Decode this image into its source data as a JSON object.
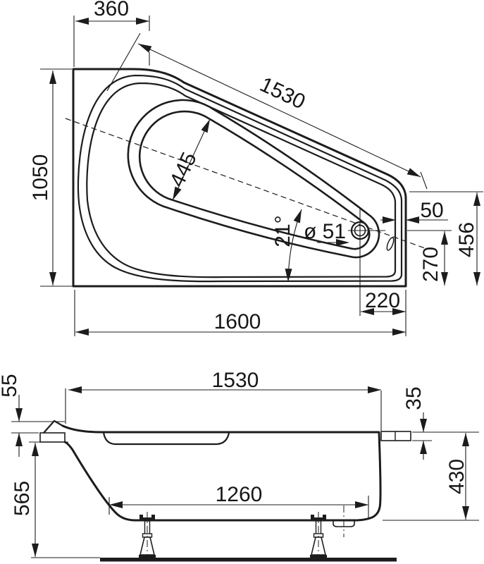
{
  "drawing": {
    "kind": "corner bathtub technical drawing",
    "views": [
      "plan",
      "front"
    ],
    "line_color": "#1c1c1c",
    "background": "#ffffff"
  },
  "plan": {
    "dims": {
      "top_width": "360",
      "diagonal_length": "1530",
      "left_height": "1050",
      "basin_width": "445",
      "drain_diameter": "ø 51",
      "axis_angle": "21°",
      "rim_width_right": "50",
      "right_edge_height": "456",
      "drain_offset_bottom": "270",
      "drain_offset_right": "220",
      "overall_length": "1600"
    }
  },
  "side": {
    "dims": {
      "top_length": "1530",
      "rim_lip_height": "55",
      "overall_height": "565",
      "base_length": "1260",
      "rim_thickness": "35",
      "body_depth": "430"
    }
  }
}
